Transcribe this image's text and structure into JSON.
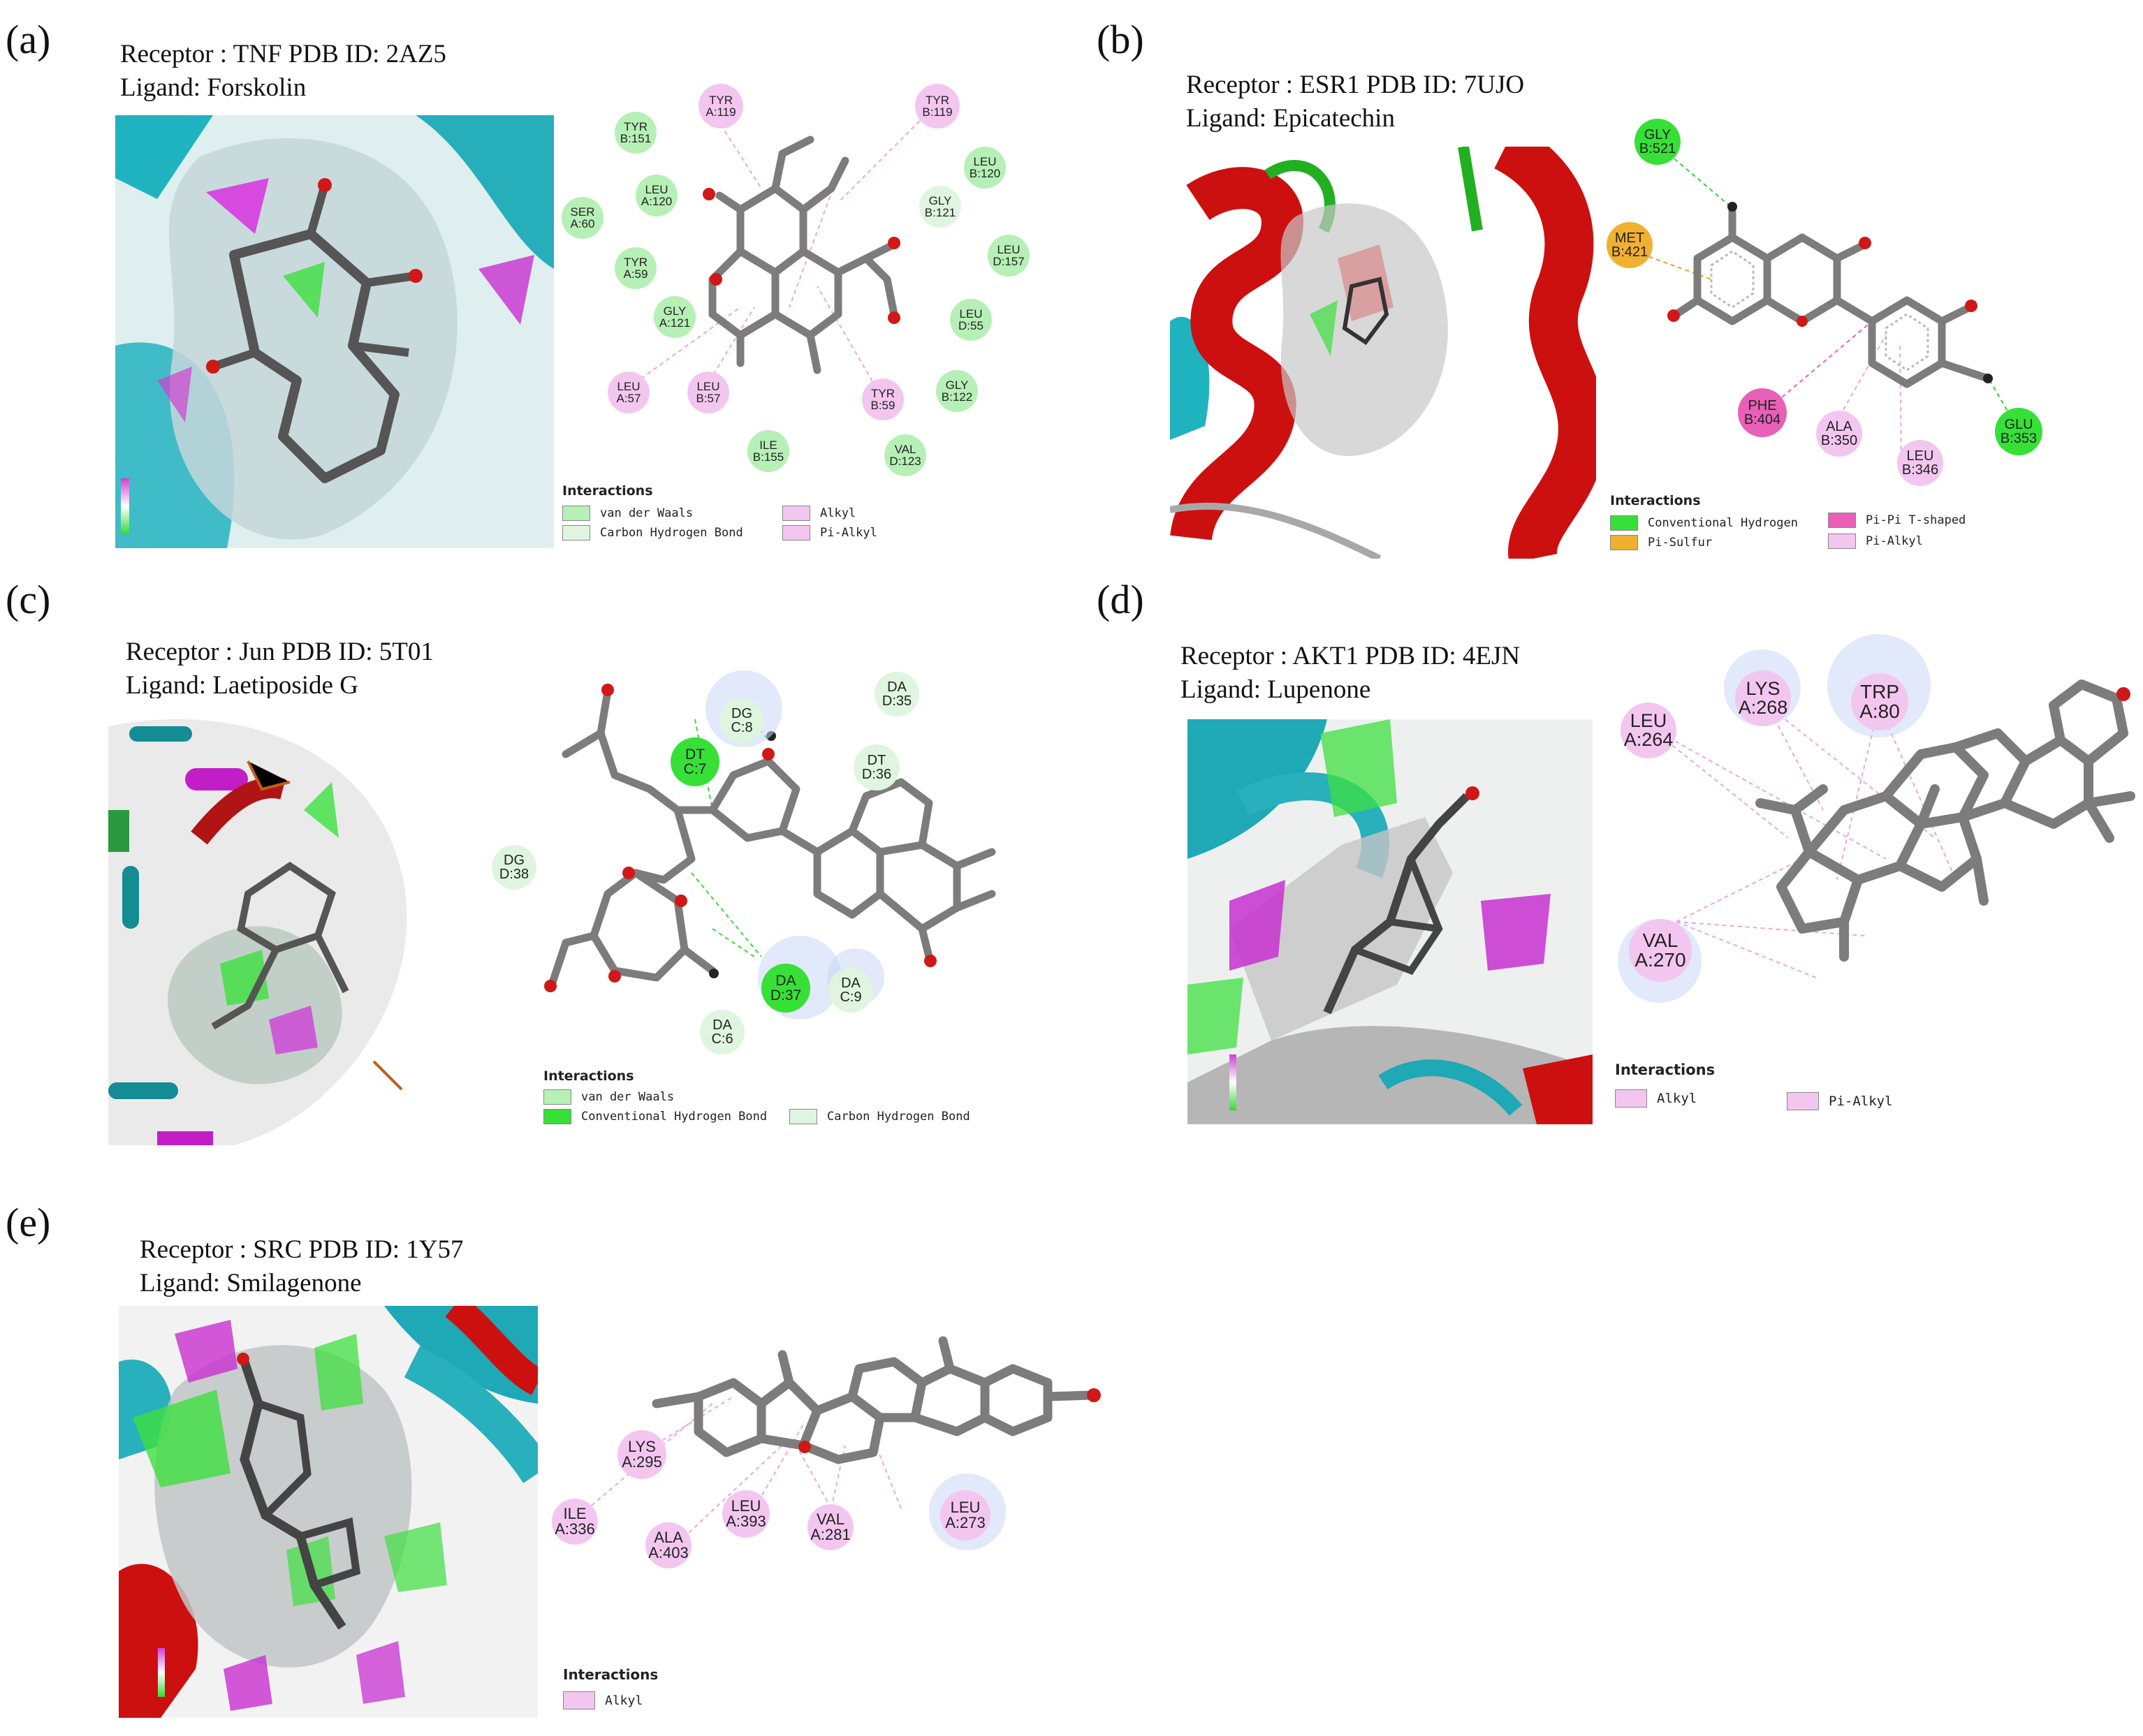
{
  "colors": {
    "vdw": "#b6f0b6",
    "conventional_hbond": "#36e036",
    "carbon_hbond": "#dff5df",
    "alkyl": "#f3c6f0",
    "pi_alkyl": "#f3c6f0",
    "pi_sulfur": "#f0b030",
    "pi_pi_tshaped": "#e860b8",
    "ligand": "#7c7c7c",
    "oxygen": "#d01818",
    "halo": "#cdd9f3"
  },
  "panels": [
    {
      "label": "(a)",
      "receptor": "Receptor : TNF PDB ID: 2AZ5",
      "ligand": "Ligand:  Forskolin",
      "legend_title": "Interactions",
      "legend": [
        {
          "label": "van der Waals",
          "type": "vdw"
        },
        {
          "label": "Carbon Hydrogen Bond",
          "type": "carbon_hbond"
        },
        {
          "label": "Alkyl",
          "type": "alkyl"
        },
        {
          "label": "Pi-Alkyl",
          "type": "pi_alkyl"
        }
      ],
      "residues": [
        {
          "name": "TYR",
          "id": "A:119",
          "type": "alkyl"
        },
        {
          "name": "TYR",
          "id": "B:119",
          "type": "alkyl"
        },
        {
          "name": "TYR",
          "id": "B:151",
          "type": "vdw"
        },
        {
          "name": "LEU",
          "id": "B:120",
          "type": "vdw"
        },
        {
          "name": "SER",
          "id": "A:60",
          "type": "vdw"
        },
        {
          "name": "LEU",
          "id": "A:120",
          "type": "vdw"
        },
        {
          "name": "GLY",
          "id": "B:121",
          "type": "carbon_hbond"
        },
        {
          "name": "LEU",
          "id": "D:157",
          "type": "vdw"
        },
        {
          "name": "TYR",
          "id": "A:59",
          "type": "vdw"
        },
        {
          "name": "LEU",
          "id": "D:55",
          "type": "vdw"
        },
        {
          "name": "GLY",
          "id": "A:121",
          "type": "vdw"
        },
        {
          "name": "GLY",
          "id": "B:122",
          "type": "vdw"
        },
        {
          "name": "LEU",
          "id": "A:57",
          "type": "alkyl"
        },
        {
          "name": "LEU",
          "id": "B:57",
          "type": "alkyl"
        },
        {
          "name": "TYR",
          "id": "B:59",
          "type": "alkyl"
        },
        {
          "name": "ILE",
          "id": "B:155",
          "type": "vdw"
        },
        {
          "name": "VAL",
          "id": "D:123",
          "type": "vdw"
        }
      ]
    },
    {
      "label": "(b)",
      "receptor": "Receptor : ESR1 PDB ID: 7UJO",
      "ligand": "Ligand:  Epicatechin",
      "legend_title": "Interactions",
      "legend": [
        {
          "label": "Conventional Hydrogen",
          "type": "conventional_hbond"
        },
        {
          "label": "Pi-Sulfur",
          "type": "pi_sulfur"
        },
        {
          "label": "Pi-Pi T-shaped",
          "type": "pi_pi_tshaped"
        },
        {
          "label": "Pi-Alkyl",
          "type": "pi_alkyl"
        }
      ],
      "residues": [
        {
          "name": "GLY",
          "id": "B:521",
          "type": "conventional_hbond"
        },
        {
          "name": "MET",
          "id": "B:421",
          "type": "pi_sulfur"
        },
        {
          "name": "PHE",
          "id": "B:404",
          "type": "pi_pi_tshaped"
        },
        {
          "name": "ALA",
          "id": "B:350",
          "type": "pi_alkyl"
        },
        {
          "name": "LEU",
          "id": "B:346",
          "type": "pi_alkyl"
        },
        {
          "name": "GLU",
          "id": "B:353",
          "type": "conventional_hbond"
        }
      ]
    },
    {
      "label": "(c)",
      "receptor": "Receptor : Jun PDB ID: 5T01",
      "ligand": "Ligand:  Laetiposide G",
      "legend_title": "Interactions",
      "legend": [
        {
          "label": "van der Waals",
          "type": "vdw"
        },
        {
          "label": "Conventional Hydrogen Bond",
          "type": "conventional_hbond"
        },
        {
          "label": "Carbon Hydrogen Bond",
          "type": "carbon_hbond"
        }
      ],
      "residues": [
        {
          "name": "DA",
          "id": "D:35",
          "type": "vdw"
        },
        {
          "name": "DG",
          "id": "C:8",
          "type": "vdw"
        },
        {
          "name": "DT",
          "id": "C:7",
          "type": "conventional_hbond"
        },
        {
          "name": "DT",
          "id": "D:36",
          "type": "vdw"
        },
        {
          "name": "DG",
          "id": "D:38",
          "type": "vdw"
        },
        {
          "name": "DA",
          "id": "D:37",
          "type": "conventional_hbond"
        },
        {
          "name": "DA",
          "id": "C:9",
          "type": "vdw"
        },
        {
          "name": "DA",
          "id": "C:6",
          "type": "vdw"
        }
      ]
    },
    {
      "label": "(d)",
      "receptor": "Receptor : AKT1 PDB ID: 4EJN",
      "ligand": "Ligand:  Lupenone",
      "legend_title": "Interactions",
      "legend": [
        {
          "label": "Alkyl",
          "type": "alkyl"
        },
        {
          "label": "Pi-Alkyl",
          "type": "pi_alkyl"
        }
      ],
      "residues": [
        {
          "name": "LYS",
          "id": "A:268",
          "type": "alkyl"
        },
        {
          "name": "TRP",
          "id": "A:80",
          "type": "pi_alkyl"
        },
        {
          "name": "LEU",
          "id": "A:264",
          "type": "alkyl"
        },
        {
          "name": "VAL",
          "id": "A:270",
          "type": "alkyl"
        }
      ]
    },
    {
      "label": "(e)",
      "receptor": "Receptor : SRC PDB ID: 1Y57",
      "ligand": "Ligand:  Smilagenone",
      "legend_title": "Interactions",
      "legend": [
        {
          "label": "Alkyl",
          "type": "alkyl"
        }
      ],
      "residues": [
        {
          "name": "LYS",
          "id": "A:295",
          "type": "alkyl"
        },
        {
          "name": "ILE",
          "id": "A:336",
          "type": "alkyl"
        },
        {
          "name": "LEU",
          "id": "A:393",
          "type": "alkyl"
        },
        {
          "name": "VAL",
          "id": "A:281",
          "type": "alkyl"
        },
        {
          "name": "ALA",
          "id": "A:403",
          "type": "alkyl"
        },
        {
          "name": "LEU",
          "id": "A:273",
          "type": "alkyl"
        }
      ]
    }
  ]
}
